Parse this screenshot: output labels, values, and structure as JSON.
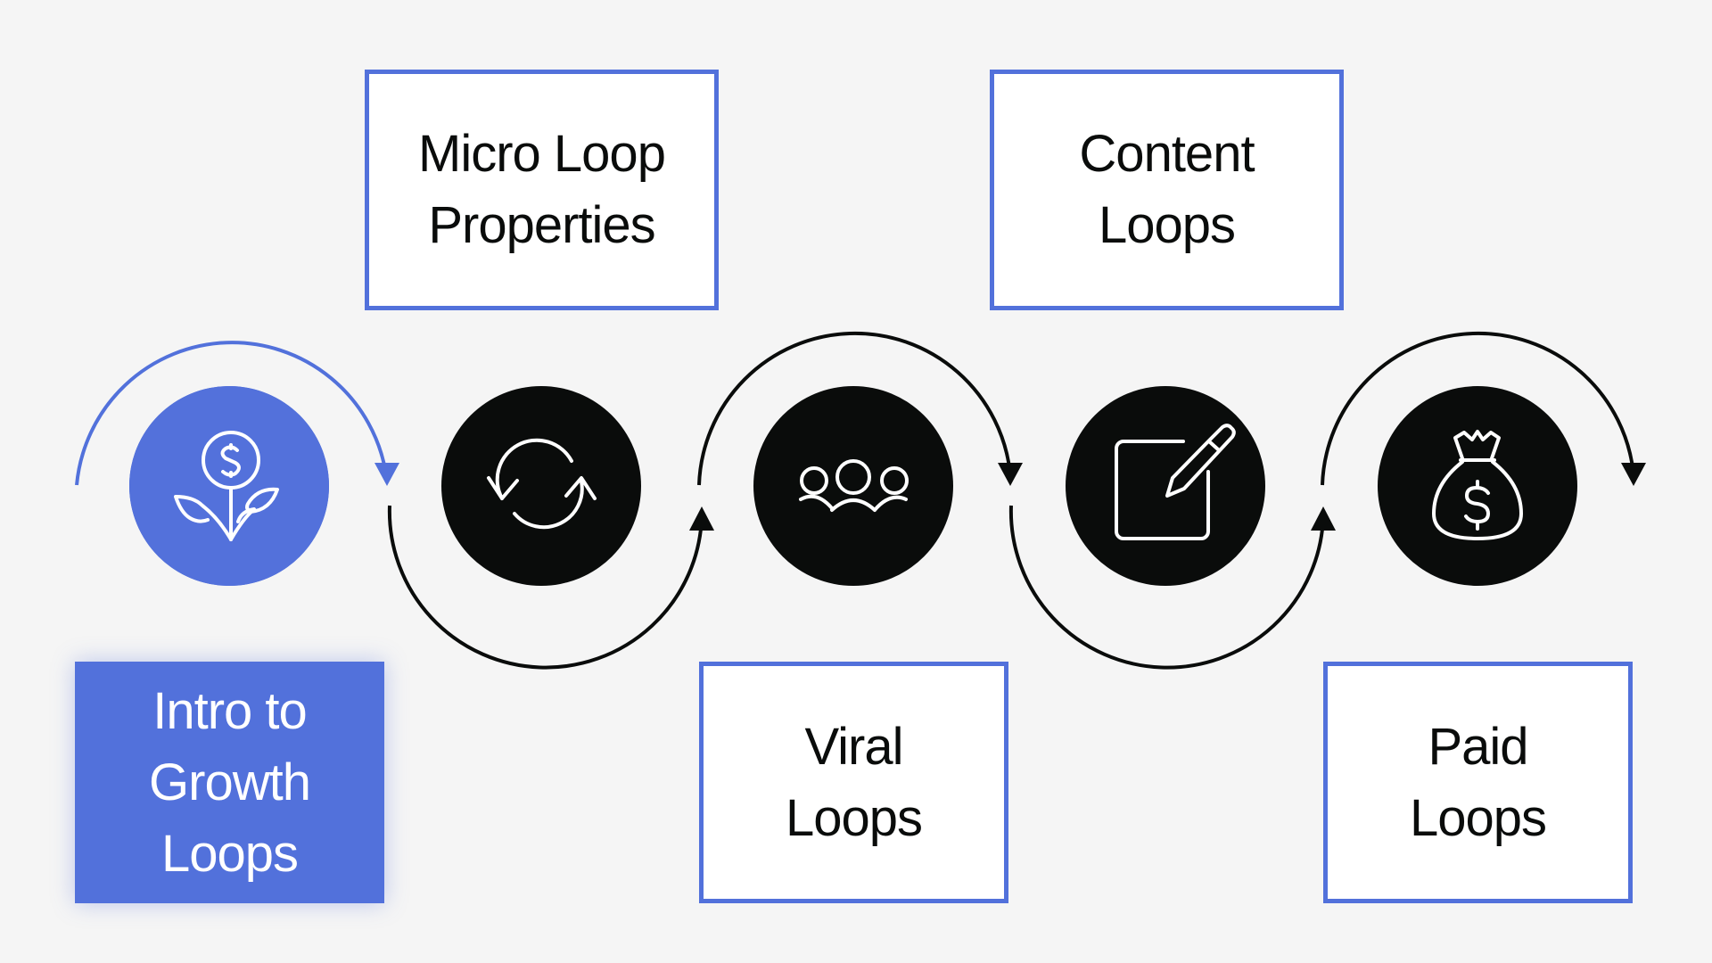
{
  "colors": {
    "accent": "#5271db",
    "node_dark": "#0a0c0b",
    "arrow_dark": "#0a0c0b",
    "background": "#f5f5f5",
    "icon_stroke": "#ffffff"
  },
  "steps": [
    {
      "id": "intro",
      "label": "Intro to\nGrowth\nLoops",
      "icon": "plant-coin-icon",
      "active": true,
      "label_position": "below"
    },
    {
      "id": "micro",
      "label": "Micro Loop\nProperties",
      "icon": "refresh-icon",
      "active": false,
      "label_position": "above"
    },
    {
      "id": "viral",
      "label": "Viral\nLoops",
      "icon": "group-icon",
      "active": false,
      "label_position": "below"
    },
    {
      "id": "content",
      "label": "Content\nLoops",
      "icon": "edit-icon",
      "active": false,
      "label_position": "above"
    },
    {
      "id": "paid",
      "label": "Paid\nLoops",
      "icon": "money-bag-icon",
      "active": false,
      "label_position": "below"
    }
  ]
}
